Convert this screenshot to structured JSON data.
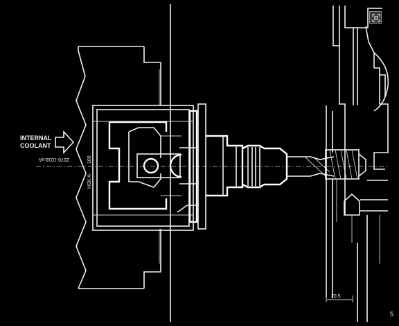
{
  "diagram": {
    "coolant_label_line1": "INTERNAL",
    "coolant_label_line2": "COOLANT",
    "part_number": "Z070-1018.xA",
    "interface_label": "HSK A-",
    "interface_size": "100",
    "dimension_value": "20.5",
    "edge_marker": "5"
  },
  "controls": {
    "expand_icon": "expand-arrows-icon"
  },
  "colors": {
    "background": "#000000",
    "line": "#f2f2f2",
    "button": "#3a3a3a"
  }
}
